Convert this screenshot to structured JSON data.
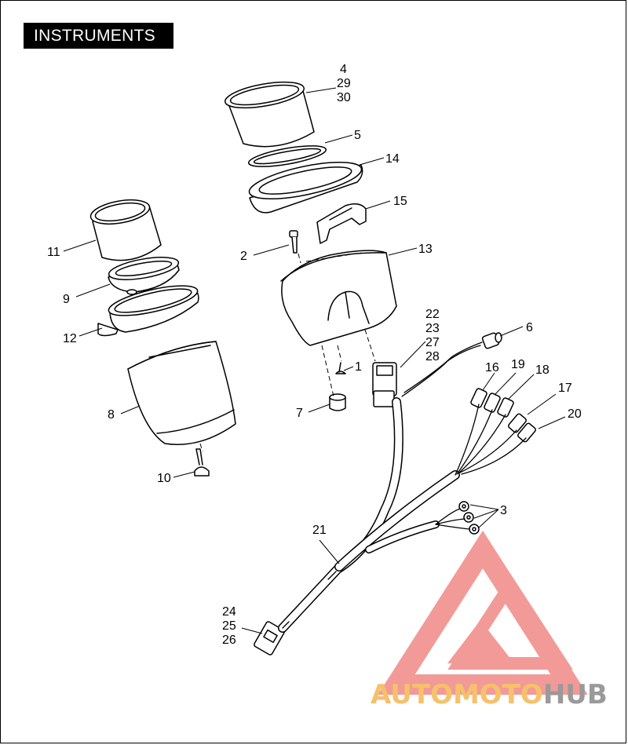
{
  "title": "INSTRUMENTS",
  "callouts": [
    {
      "id": "c-4",
      "text": "4"
    },
    {
      "id": "c-29",
      "text": "29"
    },
    {
      "id": "c-30",
      "text": "30"
    },
    {
      "id": "c-5",
      "text": "5"
    },
    {
      "id": "c-14",
      "text": "14"
    },
    {
      "id": "c-15",
      "text": "15"
    },
    {
      "id": "c-11",
      "text": "11"
    },
    {
      "id": "c-2",
      "text": "2"
    },
    {
      "id": "c-13",
      "text": "13"
    },
    {
      "id": "c-9",
      "text": "9"
    },
    {
      "id": "c-12",
      "text": "12"
    },
    {
      "id": "c-22",
      "text": "22"
    },
    {
      "id": "c-23",
      "text": "23"
    },
    {
      "id": "c-27",
      "text": "27"
    },
    {
      "id": "c-28",
      "text": "28"
    },
    {
      "id": "c-6",
      "text": "6"
    },
    {
      "id": "c-1",
      "text": "1"
    },
    {
      "id": "c-16",
      "text": "16"
    },
    {
      "id": "c-19",
      "text": "19"
    },
    {
      "id": "c-18",
      "text": "18"
    },
    {
      "id": "c-17",
      "text": "17"
    },
    {
      "id": "c-20",
      "text": "20"
    },
    {
      "id": "c-8",
      "text": "8"
    },
    {
      "id": "c-7",
      "text": "7"
    },
    {
      "id": "c-10",
      "text": "10"
    },
    {
      "id": "c-3",
      "text": "3"
    },
    {
      "id": "c-21",
      "text": "21"
    },
    {
      "id": "c-24",
      "text": "24"
    },
    {
      "id": "c-25",
      "text": "25"
    },
    {
      "id": "c-26",
      "text": "26"
    }
  ],
  "watermark": {
    "part1": "AUTOMOTO",
    "part2": "HUB",
    "color_logo": "#f29a97",
    "color_text1": "#f5c16b",
    "color_text2": "#9a9a9a"
  }
}
